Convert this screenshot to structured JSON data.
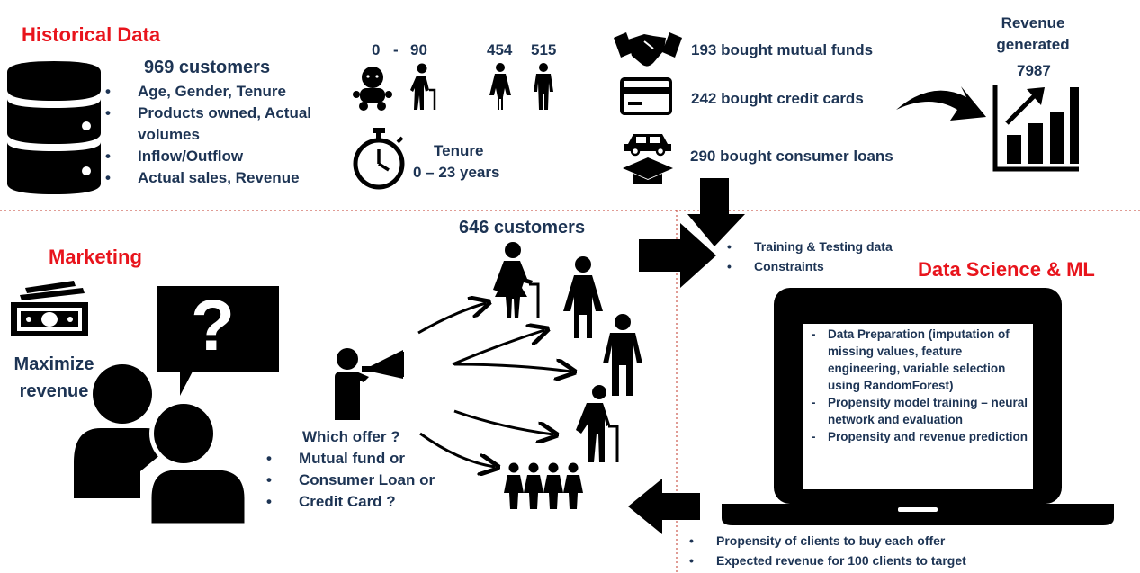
{
  "historical": {
    "title": "Historical Data",
    "customers": "969 customers",
    "items": [
      "Age, Gender, Tenure",
      "Products owned, Actual volumes",
      "Inflow/Outflow",
      "Actual sales, Revenue"
    ]
  },
  "age": {
    "min": "0",
    "dash": "-",
    "max": "90"
  },
  "gender": {
    "female": "454",
    "male": "515"
  },
  "tenure": {
    "label": "Tenure",
    "range": "0 – 23 years"
  },
  "products": {
    "mutual_funds": "193 bought mutual funds",
    "credit_cards": "242 bought credit cards",
    "consumer_loans": "290 bought consumer loans"
  },
  "revenue": {
    "label_line1": "Revenue",
    "label_line2": "generated",
    "value": "7987"
  },
  "ml_inputs": [
    "Training & Testing data",
    "Constraints"
  ],
  "marketing": {
    "title": "Marketing",
    "goal_line1": "Maximize",
    "goal_line2": "revenue",
    "question_glyph": "?"
  },
  "campaign": {
    "customers": "646 customers",
    "question": "Which offer ?",
    "options": [
      "Mutual fund or",
      "Consumer Loan or",
      "Credit Card ?"
    ]
  },
  "ml": {
    "title": "Data Science & ML",
    "steps": [
      "Data Preparation (imputation of missing values, feature engineering, variable selection using RandomForest)",
      "Propensity model training – neural network and evaluation",
      "Propensity and revenue prediction"
    ]
  },
  "outputs": [
    "Propensity of clients to buy each offer",
    "Expected revenue for 100 clients to target"
  ],
  "colors": {
    "title_red": "#e8141c",
    "text_navy": "#1d3454",
    "divider_red": "#c0392b",
    "icon": "#000000"
  }
}
